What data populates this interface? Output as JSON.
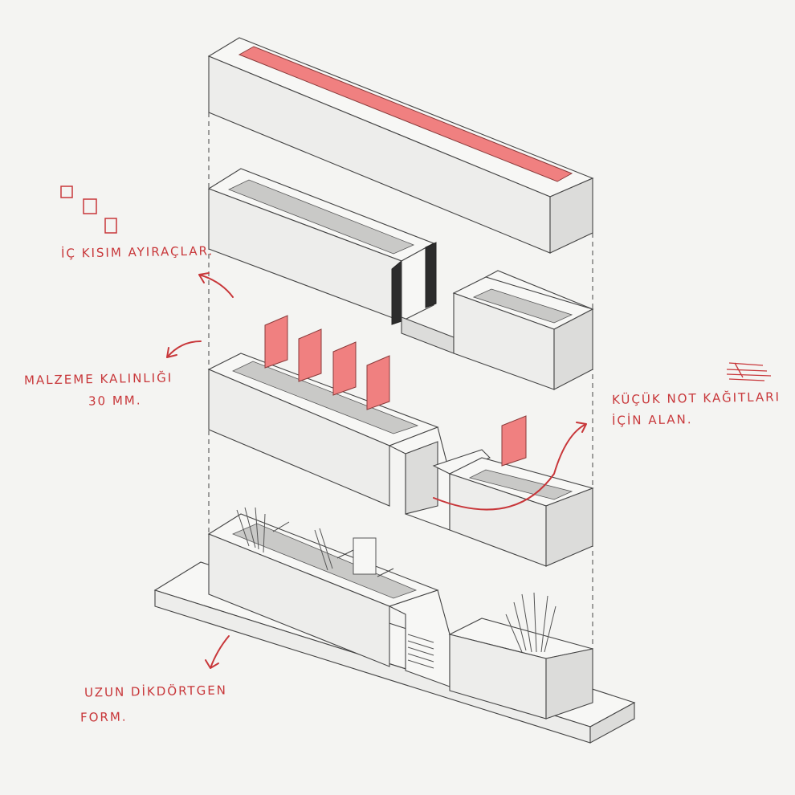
{
  "annotations": {
    "dividers": "İÇ KISIM AYIRAÇLAR.",
    "thickness_line1": "MALZEME KALINLIĞI",
    "thickness_line2": "30 MM.",
    "notes_line1": "KÜÇÜK NOT KAĞITLARI",
    "notes_line2": "İÇİN ALAN.",
    "form_line1": "UZUN DİKDÖRTGEN",
    "form_line2": "FORM."
  },
  "colors": {
    "accent": "#f08080",
    "ink": "#c8373a",
    "paper": "#f4f4f2"
  }
}
